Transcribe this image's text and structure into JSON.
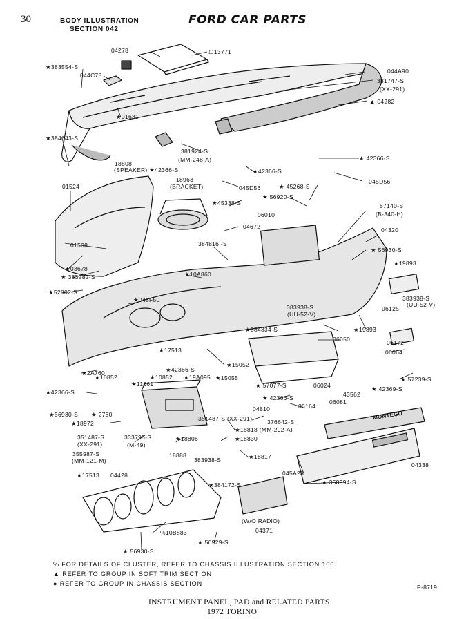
{
  "header": {
    "page_number": "30",
    "section_line1": "BODY ILLUSTRATION",
    "section_line2": "SECTION 042",
    "brand": "FORD CAR PARTS"
  },
  "labels": [
    {
      "id": "p04278",
      "text": "04278"
    },
    {
      "id": "p13771",
      "text": "☖13771"
    },
    {
      "id": "p383554",
      "text": "★383554-S"
    },
    {
      "id": "p044C78",
      "text": "044C78"
    },
    {
      "id": "p044A90",
      "text": "044A90"
    },
    {
      "id": "p381747",
      "text": "381747-S"
    },
    {
      "id": "pXX291a",
      "text": "(XX-291)"
    },
    {
      "id": "p04282",
      "text": "▲ 04282"
    },
    {
      "id": "p01631",
      "text": "★01631"
    },
    {
      "id": "p384643",
      "text": "★384643-S"
    },
    {
      "id": "p381924",
      "text": "381924-S"
    },
    {
      "id": "pMM248",
      "text": "(MM-248-A)"
    },
    {
      "id": "p42366a",
      "text": "★ 42366-S"
    },
    {
      "id": "p18808",
      "text": "18808"
    },
    {
      "id": "pSPEAKER",
      "text": "(SPEAKER) ★42366-S"
    },
    {
      "id": "p42366c",
      "text": "★42366-S"
    },
    {
      "id": "p18963",
      "text": "18963"
    },
    {
      "id": "pBRACKET",
      "text": "(BRACKET)"
    },
    {
      "id": "p045D56a",
      "text": "045D56"
    },
    {
      "id": "p45268",
      "text": "★ 45268-S"
    },
    {
      "id": "p045D56b",
      "text": "045D56"
    },
    {
      "id": "p01524",
      "text": "01524"
    },
    {
      "id": "p56920",
      "text": "★ 56920-S"
    },
    {
      "id": "p45338",
      "text": "★45338-S"
    },
    {
      "id": "p57140",
      "text": "57140-S"
    },
    {
      "id": "pB340H",
      "text": "(B-340-H)"
    },
    {
      "id": "p06010",
      "text": "06010"
    },
    {
      "id": "p04672",
      "text": "04672"
    },
    {
      "id": "p04320",
      "text": "04320"
    },
    {
      "id": "p01508",
      "text": "01508"
    },
    {
      "id": "p384816",
      "text": "384816 -S"
    },
    {
      "id": "p56930a",
      "text": "★ 56930-S"
    },
    {
      "id": "p19893a",
      "text": "★19893"
    },
    {
      "id": "p03678",
      "text": "★03678"
    },
    {
      "id": "p383282",
      "text": "★ 383282-S"
    },
    {
      "id": "p10A860",
      "text": "★10A860"
    },
    {
      "id": "p52802",
      "text": "★52802-S"
    },
    {
      "id": "p045F50",
      "text": "★045F50"
    },
    {
      "id": "p383938a",
      "text": "383938-S"
    },
    {
      "id": "pUU52a",
      "text": "(UU-52-V)"
    },
    {
      "id": "p383938b",
      "text": "383938-S"
    },
    {
      "id": "p06125",
      "text": "06125"
    },
    {
      "id": "pUU52b",
      "text": "(UU-52-V)"
    },
    {
      "id": "p19893b",
      "text": "★19893"
    },
    {
      "id": "p384334",
      "text": "★384334-S"
    },
    {
      "id": "p06050",
      "text": "06050"
    },
    {
      "id": "p06172",
      "text": "06172"
    },
    {
      "id": "p06064",
      "text": "06064"
    },
    {
      "id": "p17513a",
      "text": "★17513"
    },
    {
      "id": "p42366d",
      "text": "★42366-S"
    },
    {
      "id": "p15052",
      "text": "★15052"
    },
    {
      "id": "p2A760",
      "text": "★2A760"
    },
    {
      "id": "p10852a",
      "text": "★10852"
    },
    {
      "id": "p10852b",
      "text": "★10852"
    },
    {
      "id": "p19A095",
      "text": "★19A095"
    },
    {
      "id": "p15055",
      "text": "★15055"
    },
    {
      "id": "p11661",
      "text": "★11661"
    },
    {
      "id": "p57077",
      "text": "★ 57077-S"
    },
    {
      "id": "p06024",
      "text": "06024"
    },
    {
      "id": "p57239",
      "text": "★ 57239-S"
    },
    {
      "id": "p42366e",
      "text": "★42366-S"
    },
    {
      "id": "p42366f",
      "text": "★ 42366-S"
    },
    {
      "id": "p43562",
      "text": "43562"
    },
    {
      "id": "p42369",
      "text": "★ 42369-S"
    },
    {
      "id": "p06164",
      "text": "06164"
    },
    {
      "id": "p06081",
      "text": "06081"
    },
    {
      "id": "p56930b",
      "text": "★56930-S"
    },
    {
      "id": "p2760",
      "text": "★ 2760"
    },
    {
      "id": "p04810",
      "text": "04810"
    },
    {
      "id": "p18972",
      "text": "★18972"
    },
    {
      "id": "p351487a",
      "text": "351487-S (XX-291)"
    },
    {
      "id": "p376642",
      "text": "376642-S"
    },
    {
      "id": "p18818",
      "text": "★18818 (MM-292-A)"
    },
    {
      "id": "p351487b",
      "text": "351487-S"
    },
    {
      "id": "p333795",
      "text": "333795-S"
    },
    {
      "id": "pXX291b",
      "text": "(XX-291)"
    },
    {
      "id": "pM49",
      "text": "(M-49)"
    },
    {
      "id": "p18806",
      "text": "★18806"
    },
    {
      "id": "p18830",
      "text": "★18830"
    },
    {
      "id": "p355987",
      "text": "355987-S"
    },
    {
      "id": "pMM121",
      "text": "(MM-121-M)"
    },
    {
      "id": "p18888",
      "text": "18888"
    },
    {
      "id": "p383938c",
      "text": "383938-S"
    },
    {
      "id": "p18817",
      "text": "★18817"
    },
    {
      "id": "p17513b",
      "text": "★17513"
    },
    {
      "id": "p04428",
      "text": "04428"
    },
    {
      "id": "p045A28",
      "text": "045A28"
    },
    {
      "id": "p04338",
      "text": "04338"
    },
    {
      "id": "p358994",
      "text": "★ 358994-S"
    },
    {
      "id": "p384172",
      "text": "★384172-S"
    },
    {
      "id": "pWO",
      "text": "(W/O  RADIO)"
    },
    {
      "id": "p04371",
      "text": "04371"
    },
    {
      "id": "p10B883",
      "text": "%10B883"
    },
    {
      "id": "p56929",
      "text": "★ 56929-S"
    },
    {
      "id": "p56930c",
      "text": "★ 56930-S"
    },
    {
      "id": "pMONTEGO",
      "text": "MONTEGO"
    }
  ],
  "notes": [
    "%  FOR  DETAILS  OF  CLUSTER,  REFER  TO  CHASSIS  ILLUSTRATION  SECTION  106",
    "▲  REFER  TO  GROUP  IN  SOFT  TRIM  SECTION",
    "●  REFER  TO  GROUP  IN  CHASSIS  SECTION"
  ],
  "figure_id": "P-8719",
  "caption": {
    "line1": "INSTRUMENT PANEL, PAD and RELATED PARTS",
    "line2": "1972   TORINO"
  }
}
